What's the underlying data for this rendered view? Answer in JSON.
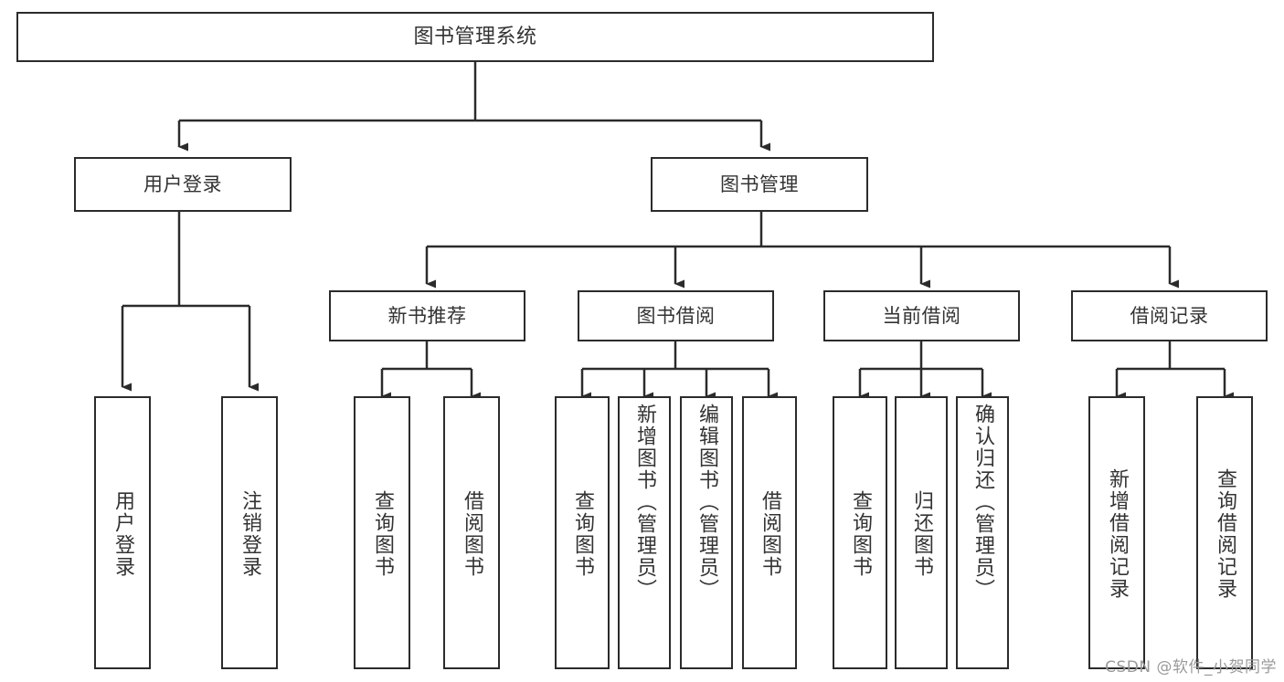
{
  "diagram": {
    "type": "tree-hierarchy",
    "title": "图书管理系统",
    "watermark": "CSDN @软件_小贺同学",
    "colors": {
      "background": "#ffffff",
      "border": "#2b2b2b",
      "text": "#333333",
      "connector": "#2b2b2b",
      "watermark": "#9a9a9a"
    },
    "root": {
      "id": "root",
      "label": "图书管理系统",
      "orientation": "horizontal"
    },
    "level2": [
      {
        "id": "user-login",
        "label": "用户登录",
        "orientation": "horizontal"
      },
      {
        "id": "book-management",
        "label": "图书管理",
        "orientation": "horizontal"
      }
    ],
    "level3": [
      {
        "id": "new-book-recommend",
        "label": "新书推荐",
        "orientation": "horizontal",
        "parent": "book-management"
      },
      {
        "id": "book-borrow",
        "label": "图书借阅",
        "orientation": "horizontal",
        "parent": "book-management"
      },
      {
        "id": "current-borrow",
        "label": "当前借阅",
        "orientation": "horizontal",
        "parent": "book-management"
      },
      {
        "id": "borrow-record",
        "label": "借阅记录",
        "orientation": "horizontal",
        "parent": "book-management"
      }
    ],
    "leaves": [
      {
        "id": "leaf-user-login",
        "label": "用户登录",
        "parent": "user-login",
        "orientation": "vertical",
        "align": "center"
      },
      {
        "id": "leaf-logout",
        "label": "注销登录",
        "parent": "user-login",
        "orientation": "vertical",
        "align": "center"
      },
      {
        "id": "leaf-query-book-1",
        "label": "查询图书",
        "parent": "new-book-recommend",
        "orientation": "vertical",
        "align": "center"
      },
      {
        "id": "leaf-borrow-book-1",
        "label": "借阅图书",
        "parent": "new-book-recommend",
        "orientation": "vertical",
        "align": "center"
      },
      {
        "id": "leaf-query-book-2",
        "label": "查询图书",
        "parent": "book-borrow",
        "orientation": "vertical",
        "align": "center"
      },
      {
        "id": "leaf-add-book",
        "label": "新增图书（管理员）",
        "parent": "book-borrow",
        "orientation": "vertical",
        "align": "top"
      },
      {
        "id": "leaf-edit-book",
        "label": "编辑图书（管理员）",
        "parent": "book-borrow",
        "orientation": "vertical",
        "align": "top"
      },
      {
        "id": "leaf-borrow-book-2",
        "label": "借阅图书",
        "parent": "book-borrow",
        "orientation": "vertical",
        "align": "center"
      },
      {
        "id": "leaf-query-book-3",
        "label": "查询图书",
        "parent": "current-borrow",
        "orientation": "vertical",
        "align": "center"
      },
      {
        "id": "leaf-return-book",
        "label": "归还图书",
        "parent": "current-borrow",
        "orientation": "vertical",
        "align": "center"
      },
      {
        "id": "leaf-confirm-return",
        "label": "确认归还（管理员）",
        "parent": "current-borrow",
        "orientation": "vertical",
        "align": "top"
      },
      {
        "id": "leaf-add-record",
        "label": "新增借阅记录",
        "parent": "borrow-record",
        "orientation": "vertical",
        "align": "center"
      },
      {
        "id": "leaf-query-record",
        "label": "查询借阅记录",
        "parent": "borrow-record",
        "orientation": "vertical",
        "align": "center"
      }
    ]
  }
}
